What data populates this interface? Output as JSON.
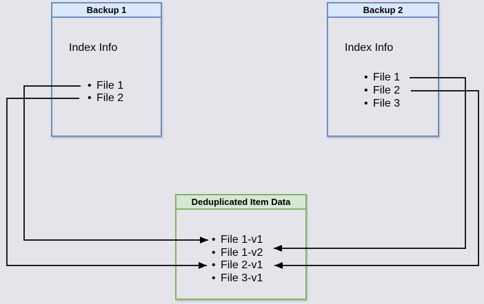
{
  "diagram": {
    "nodes": {
      "backup1": {
        "title": "Backup 1",
        "subtitle": "Index Info",
        "items": [
          "File 1",
          "File 2"
        ]
      },
      "backup2": {
        "title": "Backup 2",
        "subtitle": "Index Info",
        "items": [
          "File 1",
          "File 2",
          "File 3"
        ]
      },
      "dedup": {
        "title": "Deduplicated Item Data",
        "items": [
          "File 1-v1",
          "File 1-v2",
          "File 2-v1",
          "File 3-v1"
        ]
      }
    },
    "edges": [
      {
        "from": "Backup 1 / File 1",
        "to": "File 1-v1"
      },
      {
        "from": "Backup 1 / File 2",
        "to": "File 2-v1"
      },
      {
        "from": "Backup 2 / File 1",
        "to": "File 1-v2"
      },
      {
        "from": "Backup 2 / File 2",
        "to": "File 2-v1"
      }
    ],
    "colors": {
      "background": "#e5e4eb",
      "blue_border": "#6c8ebf",
      "blue_fill": "#dae8fc",
      "green_border": "#82b366",
      "green_fill": "#d5e8d4",
      "connector": "#000000",
      "text": "#000000"
    }
  }
}
